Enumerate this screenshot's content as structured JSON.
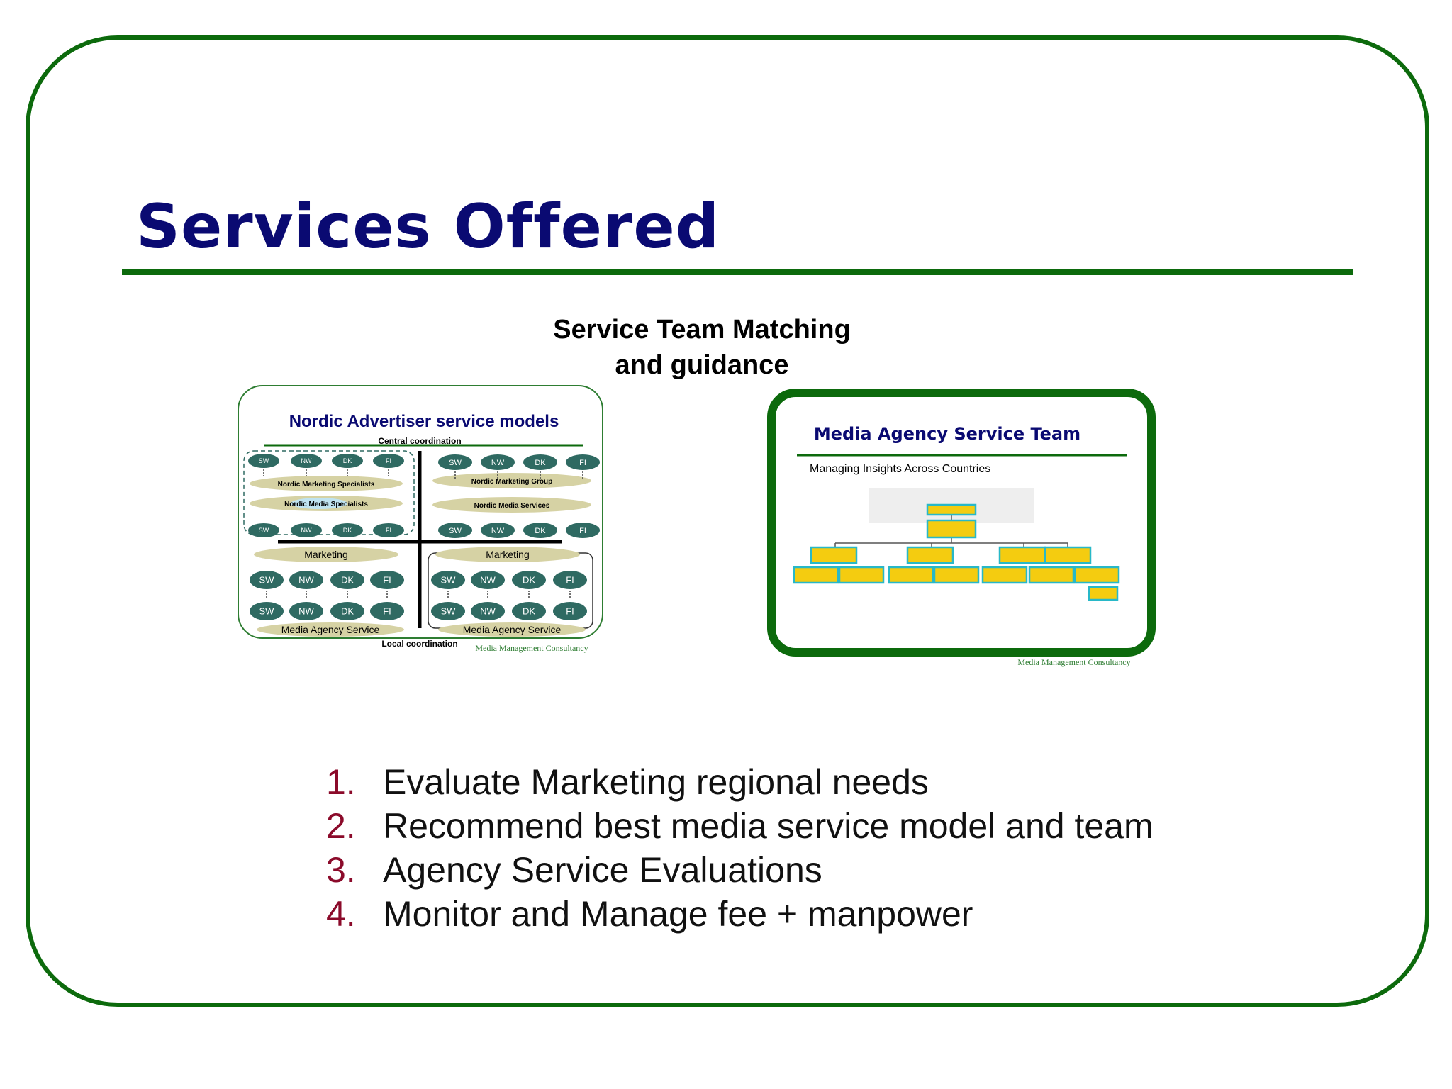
{
  "slide": {
    "title": "Services Offered",
    "subtitle_line1": "Service Team Matching",
    "subtitle_line2": "and guidance",
    "colors": {
      "title": "#0a0a72",
      "frame": "#0c6a0c",
      "numbers": "#8b0a2a",
      "node": "#2f6a62",
      "band": "#d6d2a4"
    }
  },
  "left_diagram": {
    "title": "Nordic Advertiser service models",
    "central": "Central coordination",
    "local": "Local coordination",
    "countries": [
      "SW",
      "NW",
      "DK",
      "FI"
    ],
    "nordic_marketing_specialists": "Nordic Marketing Specialists",
    "nordic_media_specialists": "Nordic Media Specialists",
    "nordic_marketing_group": "Nordic Marketing Group",
    "nordic_media_services": "Nordic Media Services",
    "marketing": "Marketing",
    "media_agency_service": "Media Agency Service",
    "footer": "Media Management Consultancy"
  },
  "right_diagram": {
    "title": "Media Agency Service Team",
    "subtitle": "Managing Insights Across Countries",
    "footer": "Media Management Consultancy"
  },
  "list": [
    {
      "num": "1.",
      "text": "Evaluate Marketing regional needs"
    },
    {
      "num": "2.",
      "text": "Recommend best media service model and team"
    },
    {
      "num": "3.",
      "text": "Agency Service Evaluations"
    },
    {
      "num": "4.",
      "text": "Monitor and Manage fee + manpower"
    }
  ]
}
